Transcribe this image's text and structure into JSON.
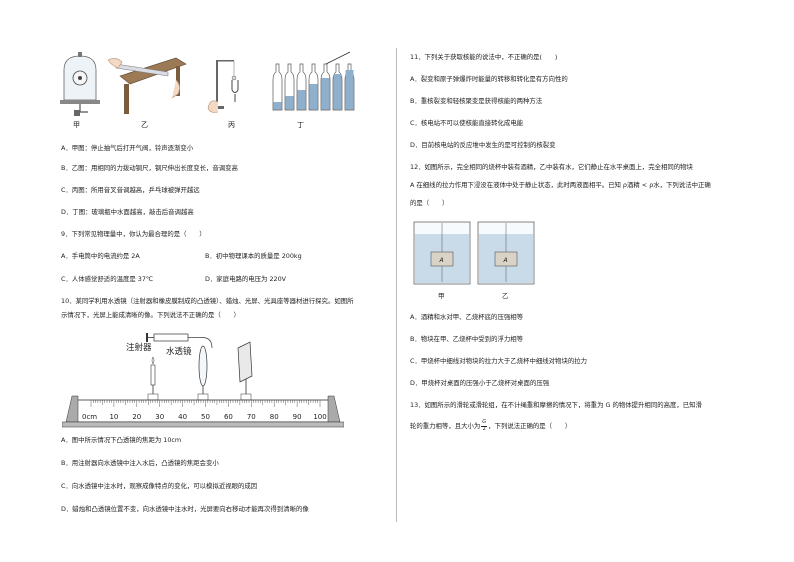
{
  "left": {
    "captions": [
      "甲",
      "乙",
      "丙",
      "丁"
    ],
    "q8_options": [
      "A．甲图：停止抽气后打开气阀，铃声逐渐变小",
      "B．乙图：用相同的力拨动钢尺，钢尺伸出长度变长，音调变高",
      "C．丙图：所用音叉音调越高，乒乓球被弹开越远",
      "D．丁图：玻璃瓶中水面越高，敲击后音调越高"
    ],
    "q9": {
      "stem": "9．下列常见物理量中，你认为最合理的是（　　）",
      "a": "A．手电筒中的电流约是 2A",
      "b": "B．初中物理课本的质量是 200kg",
      "c": "C．人体感觉舒适的温度是 37℃",
      "d": "D．家庭电路的电压为 220V"
    },
    "q10": {
      "stem1": "10．某同学利用水透镜（注射器和橡皮膜制成的凸透镜）、蜡烛、光屏、光具座等器材进行探究。如图所",
      "stem2": "示情况下，光屏上能成清晰的像。下列说法不正确的是（　　）",
      "label_syringe": "注射器",
      "label_lens": "水透镜",
      "options": [
        "A．图中所示情况下凸透镜的焦距为 10cm",
        "B．用注射器向水透镜中注入水后，凸透镜的焦距会变小",
        "C．向水透镜中注水时，观察成像特点的变化，可以模拟近视眼的成因",
        "D．蜡烛和凸透镜位置不变，向水透镜中注水时，光屏要向右移动才能再次得到清晰的像"
      ]
    },
    "ruler": {
      "start_label": "0cm",
      "ticks": [
        "10",
        "20",
        "30",
        "40",
        "50",
        "60",
        "70",
        "80",
        "90",
        "100"
      ]
    }
  },
  "right": {
    "q11": {
      "stem": "11．下列关于获取核能的说法中，不正确的是(　　)",
      "options": [
        "A．裂变和原子弹爆炸时能量的转移和转化是有方向性的",
        "B．重核裂变和轻核聚变是获得核能的两种方法",
        "C．核电站不可以使核能直接转化成电能",
        "D．目前核电站的反应堆中发生的是可控制的核裂变"
      ]
    },
    "q12": {
      "stem1": "12．如图所示，完全相同的烧杯中装有酒精，乙中装有水，它们静止在水平桌面上，完全相同的物块",
      "stem2": "A 在细线的拉力作用下浸没在液体中处于静止状态，此时两液面相平。已知 ρ酒精 < ρ水，下列说法中正确",
      "stem3": "的是（　　）",
      "block_label": "A",
      "captions": [
        "甲",
        "乙"
      ],
      "options": [
        "A．酒精和水对甲、乙烧杯底的压强相等",
        "B．物块在甲、乙烧杯中受到的浮力相等",
        "C．甲烧杯中细线对物块的拉力大于乙烧杯中细线对物块的拉力",
        "D．甲烧杯对桌面的压强小于乙烧杯对桌面的压强"
      ]
    },
    "q13": {
      "stem1": "13．如图所示的滑轮或滑轮组，在不计绳重和摩擦的情况下，将重为 G 的物体提升相同的高度，已知滑",
      "stem2_pre": "轮的重力相等，且大小为",
      "frac_num": "G",
      "frac_den": "2",
      "stem2_post": "，下列说法正确的是（　　）"
    }
  }
}
